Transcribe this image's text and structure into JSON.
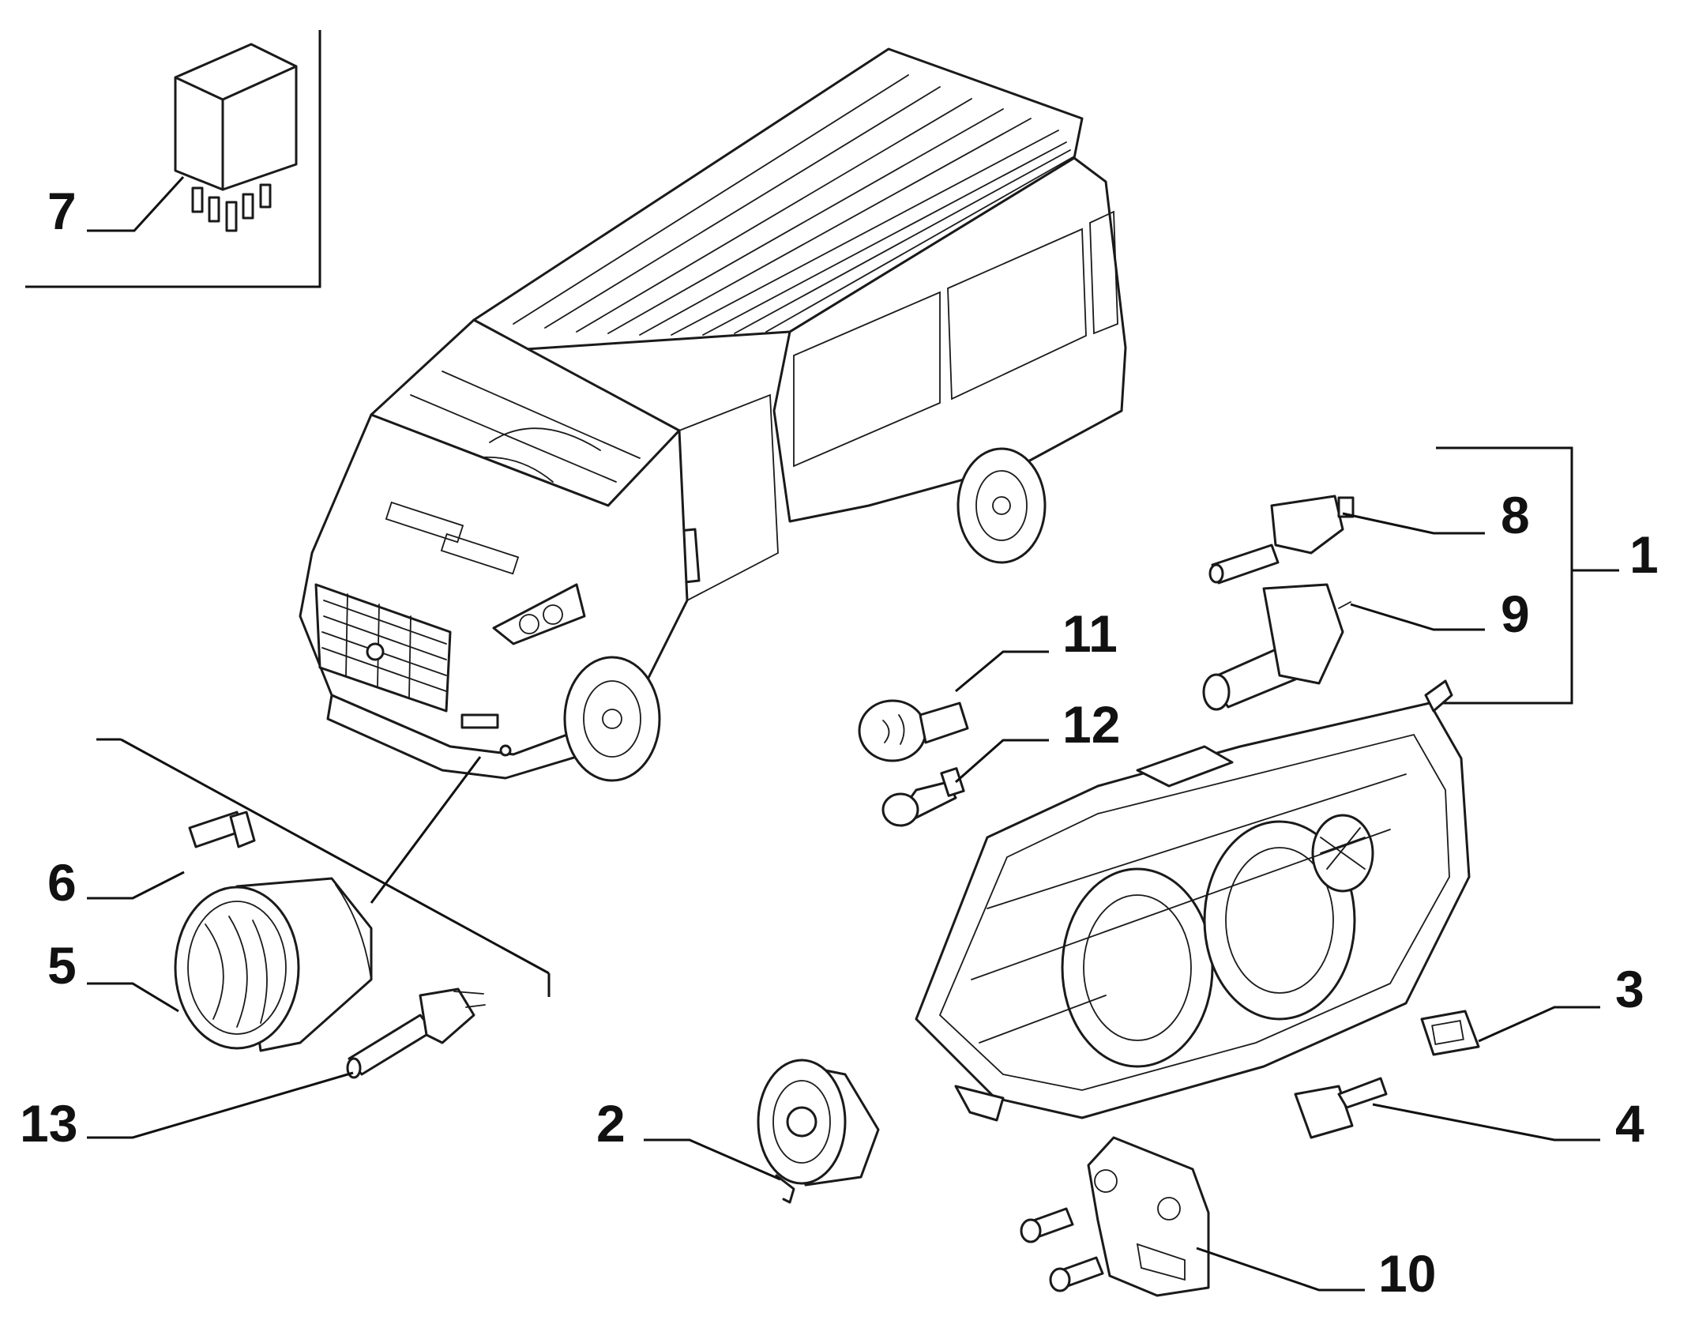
{
  "callouts": {
    "c1": "1",
    "c2": "2",
    "c3": "3",
    "c4": "4",
    "c5": "5",
    "c6": "6",
    "c7": "7",
    "c8": "8",
    "c9": "9",
    "c10": "10",
    "c11": "11",
    "c12": "12",
    "c13": "13"
  },
  "colors": {
    "ink": "#111111",
    "paper": "#ffffff"
  }
}
